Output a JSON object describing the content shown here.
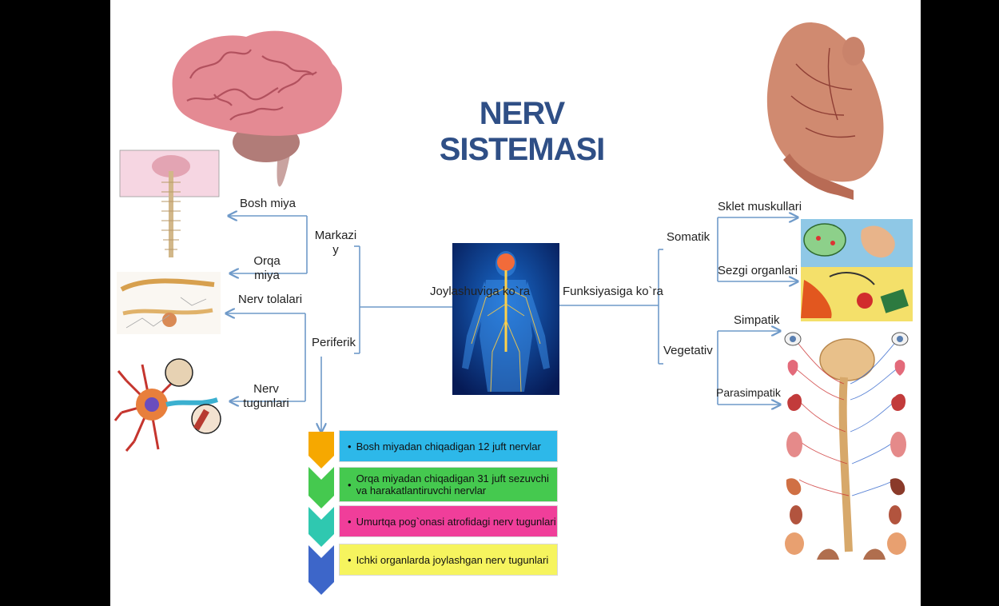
{
  "title": "NERV SISTEMASI",
  "colors": {
    "title": "#2f4f86",
    "line": "#6f9ac9",
    "bar1": "#2db8e9",
    "bar2": "#45c94f",
    "bar3": "#f03e9a",
    "bar4": "#f6f45e",
    "chevron1": "#f6a800",
    "chevron2": "#45c94f",
    "chevron3": "#2fc8b0",
    "chevron4": "#3d66c9"
  },
  "left": {
    "root": "Joylashuviga ko`ra",
    "markaziy": [
      "Markazi",
      "y"
    ],
    "periferik": "Periferik",
    "bosh_miya": "Bosh miya",
    "orqa_miya": [
      "Orqa",
      "miya"
    ],
    "nerv_tolalari": "Nerv tolalari",
    "nerv_tugunlari": [
      "Nerv",
      "tugunlari"
    ]
  },
  "right": {
    "root": "Funksiyasiga ko`ra",
    "somatik": "Somatik",
    "vegetativ": "Vegetativ",
    "sklet": "Sklet muskullari",
    "sezgi": "Sezgi organlari",
    "simpatik": "Simpatik",
    "parasimpatik": "Parasimpatik"
  },
  "list": [
    "Bosh miyadan chiqadigan 12 juft nervlar",
    "Orqa miyadan chiqadigan 31 juft sezuvchi va harakatlantiruvchi nervlar",
    "Umurtqa pog`onasi atrofidagi nerv tugunlari",
    "Ichki organlarda joylashgan nerv tugunlari"
  ],
  "bullet": "•",
  "icons": [
    "brain-illustration",
    "body-nervous-system-image",
    "muscle-figure-illustration",
    "spinal-cord-sketch",
    "nerve-fibers-sketch",
    "neuron-illustration",
    "sense-organs-illustration",
    "autonomic-nervous-system-illustration"
  ]
}
